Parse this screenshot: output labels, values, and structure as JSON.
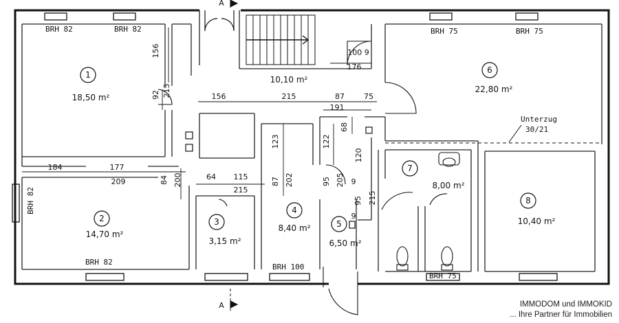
{
  "rooms": [
    {
      "number": "1",
      "area": "18,50 m²"
    },
    {
      "number": "2",
      "area": "14,70 m²"
    },
    {
      "number": "3",
      "area": "3,15 m²"
    },
    {
      "number": "4",
      "area": "8,40 m²"
    },
    {
      "number": "5",
      "area": "6,50 m²"
    },
    {
      "number": "6",
      "area": "22,80 m²"
    },
    {
      "number": "7",
      "area": "8,00 m²"
    },
    {
      "number": "8",
      "area": "10,40 m²"
    }
  ],
  "stair_area": "10,10 m²",
  "section_marker": "A",
  "windows": {
    "brh82": "BRH 82",
    "brh75": "BRH 75",
    "brh100": "BRH 100",
    "brh75_alt": "BRH 75"
  },
  "dimensions": {
    "d156_top": "156",
    "d215_left": "215",
    "d92": "92",
    "d156": "156",
    "d215": "215",
    "d87": "87",
    "d75": "75",
    "d191": "191",
    "d100": "100 9",
    "d176": "176",
    "d68": "68",
    "d123": "123",
    "d122": "122",
    "d120": "120",
    "d184": "184",
    "d177": "177",
    "d209": "209",
    "d84": "84",
    "d200": "200",
    "d64": "64",
    "d115": "115",
    "d215b": "215",
    "d87b": "87",
    "d202": "202",
    "d95": "95",
    "d205": "205",
    "d9a": "9",
    "d95b": "95",
    "d215c": "215",
    "d9b": "9"
  },
  "beam": {
    "label": "Unterzug",
    "size": "30/21"
  },
  "branding": {
    "line1": "IMMODOM und IMMOKID",
    "line2": "... Ihre Partner für Immobilien"
  }
}
